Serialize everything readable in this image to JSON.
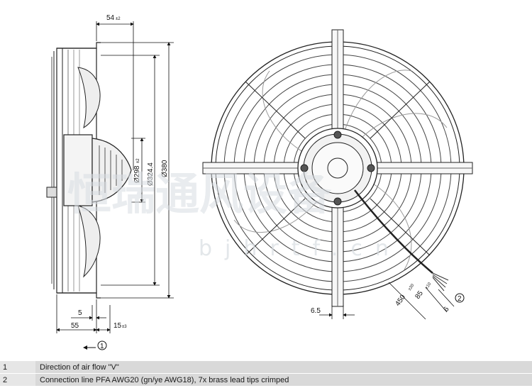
{
  "watermark": {
    "characters": "恒瑞通风设备",
    "url": "bjhrtf.cn"
  },
  "side_view": {
    "dimensions": {
      "depth": "54",
      "depth_tol": "±2",
      "dia_inner": "Ø298",
      "dia_inner_tol": "±2",
      "dia_mid": "Ø324.4",
      "dia_outer": "Ø380",
      "offset_small": "5",
      "offset_large": "55",
      "flange": "15",
      "flange_tol": "±3"
    },
    "airflow_marker": "1"
  },
  "front_view": {
    "dimensions": {
      "hole": "6.5",
      "cable_length": "450",
      "cable_length_tol": "±20",
      "strip_length": "85",
      "strip_length_tol": "±10",
      "tip_length": "6"
    },
    "cable_marker": "2"
  },
  "legend": [
    {
      "num": "1",
      "text": "Direction of air flow \"V\""
    },
    {
      "num": "2",
      "text": "Connection line PFA AWG20 (gn/ye AWG18), 7x brass lead tips crimped"
    }
  ]
}
